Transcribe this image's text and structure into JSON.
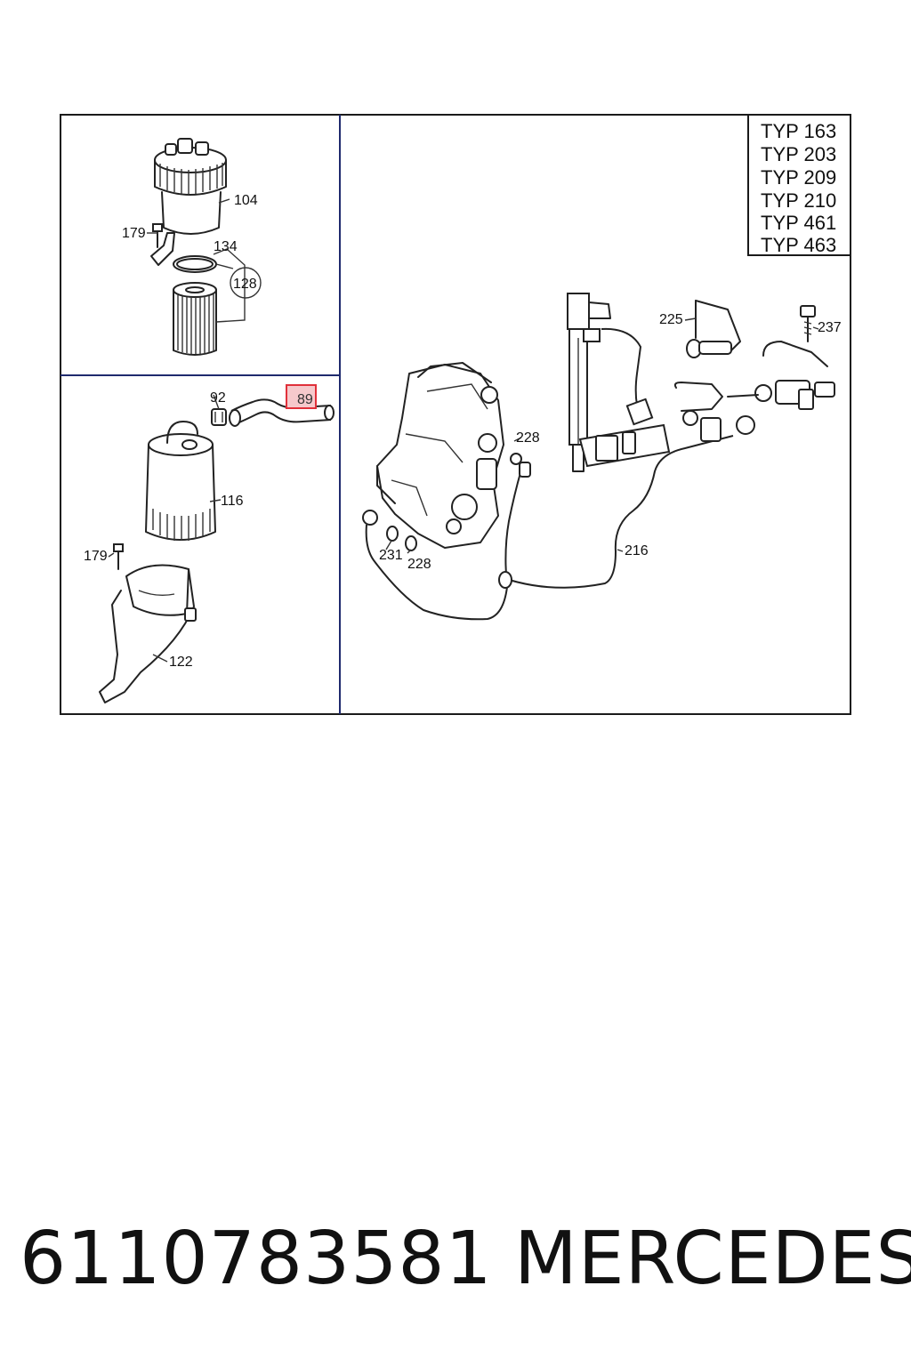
{
  "type_box": {
    "lines": [
      "TYP 163",
      "TYP 203",
      "TYP 209",
      "TYP 210",
      "TYP 461",
      "TYP 463"
    ]
  },
  "callouts": {
    "c104": "104",
    "c179a": "179",
    "c134": "134",
    "c128": "128",
    "c92": "92",
    "c89": "89",
    "c116": "116",
    "c179b": "179",
    "c122": "122",
    "c225": "225",
    "c237": "237",
    "c228a": "228",
    "c231": "231",
    "c228b": "228",
    "c216": "216"
  },
  "highlight": {
    "part": "89",
    "color": "#e0303a",
    "fill": "#f6c9cc"
  },
  "footer": {
    "part_number": "6110783581",
    "brand": "MERCEDES"
  }
}
